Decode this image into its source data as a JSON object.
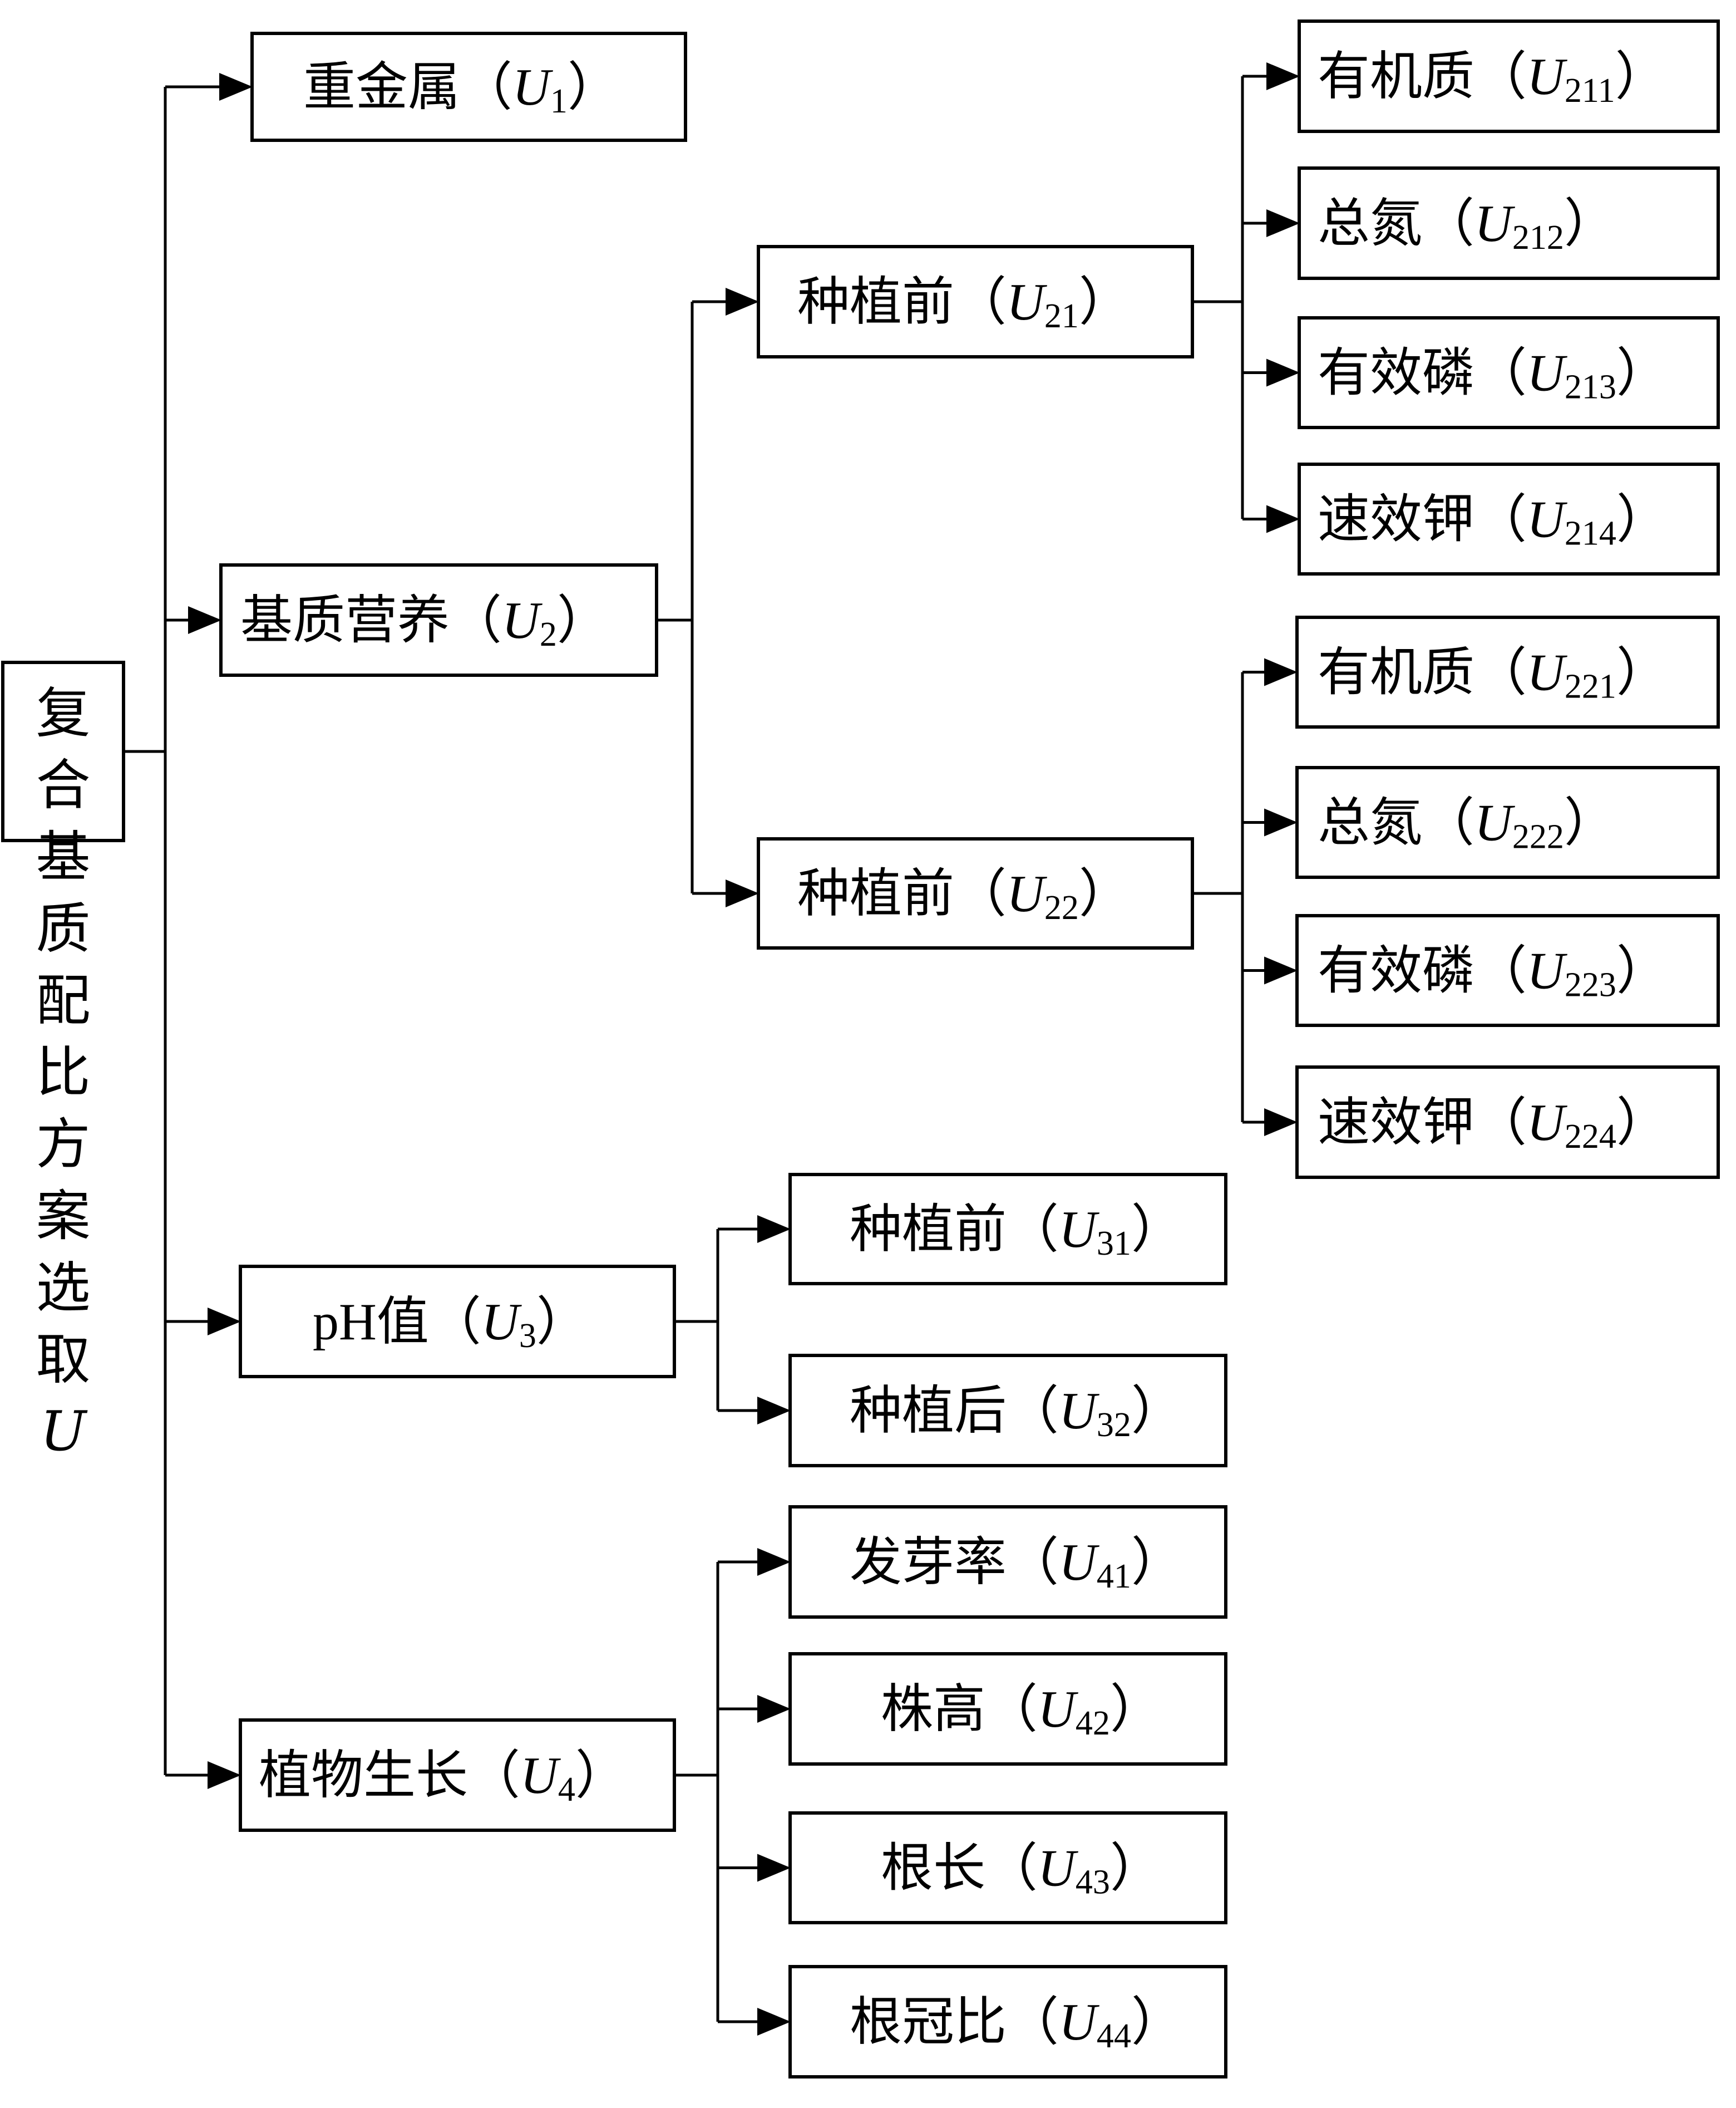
{
  "root": {
    "chars": [
      "复",
      "合",
      "基",
      "质",
      "配",
      "比",
      "方",
      "案",
      "选",
      "取"
    ],
    "symbol": "U"
  },
  "nodes": {
    "u1": {
      "name": "重金属",
      "sub": "1"
    },
    "u2": {
      "name": "基质营养",
      "sub": "2"
    },
    "u3": {
      "name": "pH值",
      "sub": "3"
    },
    "u4": {
      "name": "植物生长",
      "sub": "4"
    },
    "u21": {
      "name": "种植前",
      "sub": "21"
    },
    "u22": {
      "name": "种植前",
      "sub": "22"
    },
    "u211": {
      "name": "有机质",
      "sub": "211"
    },
    "u212": {
      "name": "总氮",
      "sub": "212"
    },
    "u213": {
      "name": "有效磷",
      "sub": "213"
    },
    "u214": {
      "name": "速效钾",
      "sub": "214"
    },
    "u221": {
      "name": "有机质",
      "sub": "221"
    },
    "u222": {
      "name": "总氮",
      "sub": "222"
    },
    "u223": {
      "name": "有效磷",
      "sub": "223"
    },
    "u224": {
      "name": "速效钾",
      "sub": "224"
    },
    "u31": {
      "name": "种植前",
      "sub": "31"
    },
    "u32": {
      "name": "种植后",
      "sub": "32"
    },
    "u41": {
      "name": "发芽率",
      "sub": "41"
    },
    "u42": {
      "name": "株高",
      "sub": "42"
    },
    "u43": {
      "name": "根长",
      "sub": "43"
    },
    "u44": {
      "name": "根冠比",
      "sub": "44"
    }
  },
  "labels": {
    "symbol": "U",
    "open_paren": "（",
    "close_paren": "）"
  },
  "edges": [
    [
      "root",
      "u1"
    ],
    [
      "root",
      "u2"
    ],
    [
      "root",
      "u3"
    ],
    [
      "root",
      "u4"
    ],
    [
      "u2",
      "u21"
    ],
    [
      "u2",
      "u22"
    ],
    [
      "u21",
      "u211"
    ],
    [
      "u21",
      "u212"
    ],
    [
      "u21",
      "u213"
    ],
    [
      "u21",
      "u214"
    ],
    [
      "u22",
      "u221"
    ],
    [
      "u22",
      "u222"
    ],
    [
      "u22",
      "u223"
    ],
    [
      "u22",
      "u224"
    ],
    [
      "u3",
      "u31"
    ],
    [
      "u3",
      "u32"
    ],
    [
      "u4",
      "u41"
    ],
    [
      "u4",
      "u42"
    ],
    [
      "u4",
      "u43"
    ],
    [
      "u4",
      "u44"
    ]
  ],
  "style": {
    "stroke": "#000000",
    "fill": "#ffffff"
  }
}
